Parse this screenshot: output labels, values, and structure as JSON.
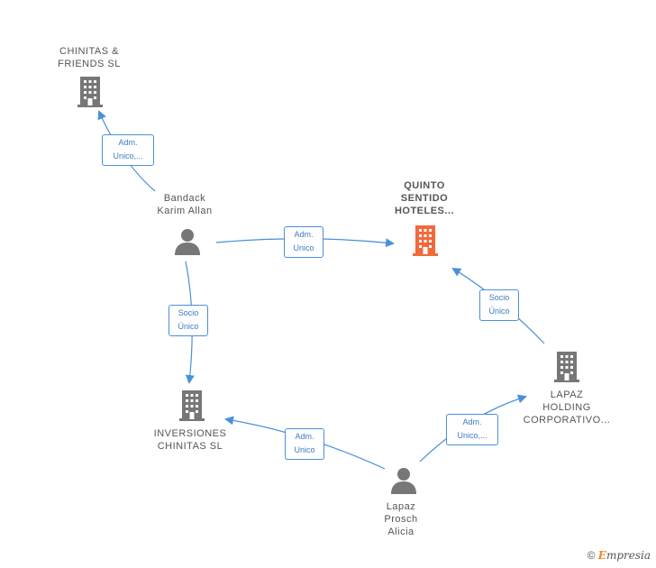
{
  "nodes": {
    "chinitas_friends": {
      "label": "CHINITAS &\nFRIENDS  SL",
      "type": "company"
    },
    "quinto_sentido": {
      "label": "QUINTO\nSENTIDO\nHOTELES...",
      "type": "company-highlight"
    },
    "bandack": {
      "label": "Bandack\nKarim Allan",
      "type": "person"
    },
    "inversiones_chinitas": {
      "label": "INVERSIONES\nCHINITAS  SL",
      "type": "company"
    },
    "lapaz_holding": {
      "label": "LAPAZ\nHOLDING\nCORPORATIVO...",
      "type": "company"
    },
    "lapaz_alicia": {
      "label": "Lapaz\nProsch\nAlicia",
      "type": "person"
    }
  },
  "edges": {
    "bandack_chinitas": "Adm.\nUnico,...",
    "bandack_quinto": "Adm.\nUnico",
    "bandack_inversiones": "Socio\nÚnico",
    "lapaz_holding_quinto": "Socio\nÚnico",
    "alicia_inversiones": "Adm.\nUnico",
    "alicia_lapaz_holding": "Adm.\nUnico,..."
  },
  "colors": {
    "edge": "#4a90d9",
    "company": "#777777",
    "highlight": "#f26a3b",
    "person": "#777777"
  },
  "brand": {
    "copyright": "©",
    "initial": "E",
    "rest": "mpresia"
  }
}
